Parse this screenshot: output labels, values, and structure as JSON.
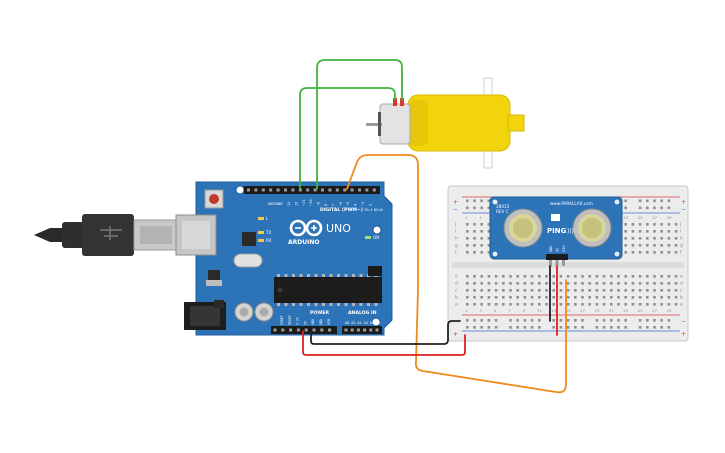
{
  "arduino": {
    "digital_label": "DIGITAL (PWM~)",
    "uno_label": "UNO",
    "arduino_label": "ARDUINO",
    "power_label": "POWER",
    "analog_label": "ANALOG IN",
    "l_label": "L",
    "tx_label": "TX",
    "rx_label": "RX",
    "on_label": "ON",
    "aref_label": "AREF",
    "gnd_label": "GND",
    "tx1_label": "TX▸1",
    "rx0_label": "RX◂0",
    "digital_pins": [
      "13",
      "12",
      "~11",
      "~10",
      "~9",
      "8",
      "7",
      "~6",
      "~5",
      "4",
      "~3",
      "2"
    ],
    "power_pins": [
      "IOREF",
      "RESET",
      "3.3V",
      "5V",
      "GND",
      "GND",
      "VIN"
    ],
    "analog_pins": [
      "A0",
      "A1",
      "A2",
      "A3",
      "A4",
      "A5"
    ]
  },
  "sensor": {
    "brand": "www.PARALLAX.com",
    "model": "28015",
    "rev": "REV C",
    "name": "PING",
    "pins": [
      "GND",
      "5V",
      "SIG"
    ]
  },
  "breadboard": {
    "plus": "+",
    "minus": "−",
    "rows_top": [
      "j",
      "i",
      "h",
      "g",
      "f"
    ],
    "rows_bottom": [
      "e",
      "d",
      "c",
      "b",
      "a"
    ],
    "col_numbers": [
      "1",
      "3",
      "5",
      "7",
      "9",
      "11",
      "13",
      "15",
      "17",
      "19",
      "21",
      "23",
      "25",
      "27",
      "29"
    ]
  },
  "colors": {
    "pcb": "#2c73b8",
    "wire_green": "#3db53f",
    "wire_orange": "#f08a1c",
    "wire_red": "#e0201e",
    "wire_black": "#222222",
    "motor": "#f2d40c"
  }
}
